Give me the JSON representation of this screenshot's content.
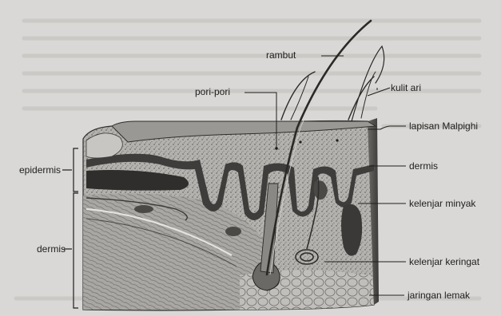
{
  "figure": {
    "labels": {
      "rambut": "rambut",
      "pori_pori": "pori-pori",
      "kulit_ari": "kulit ari",
      "lapisan_malpighi": "lapisan Malpighi",
      "dermis_right": "dermis",
      "kelenjar_minyak": "kelenjar minyak",
      "kelenjar_keringat": "kelenjar keringat",
      "jaringan_lemak": "jaringan lemak",
      "epidermis_left": "epidermis",
      "dermis_left": "dermis"
    },
    "colors": {
      "page_background": "#d9d8d6",
      "text_shadow": "#c9c7c3",
      "tissue_light": "#b9b7b3",
      "tissue_mid": "#8e8c88",
      "tissue_dark": "#3e3d3b",
      "ink": "#1e1e1e"
    }
  }
}
